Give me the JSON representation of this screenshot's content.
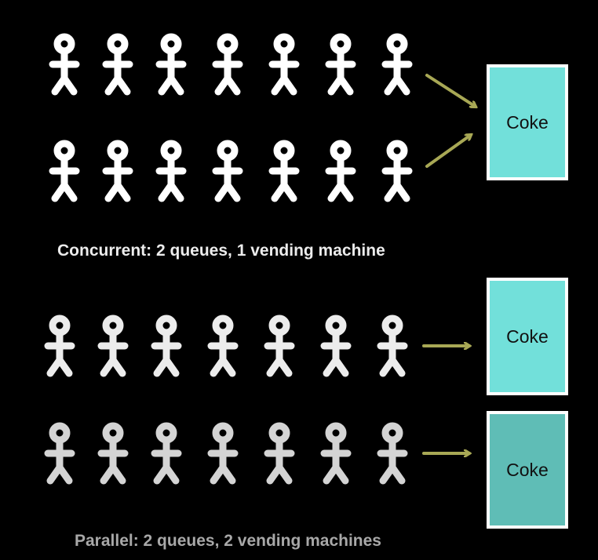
{
  "concurrent": {
    "caption": "Concurrent: 2 queues, 1 vending machine",
    "people_per_queue": 7,
    "queues": 2,
    "machine_label": "Coke",
    "figure_color": "#ffffff",
    "arrow_color": "#a8a855"
  },
  "parallel": {
    "caption": "Parallel: 2 queues, 2 vending machines",
    "people_per_queue": 7,
    "queues": 2,
    "machine_labels": [
      "Coke",
      "Coke"
    ],
    "figure_colors": [
      "#ececec",
      "#d4d4d4"
    ],
    "arrow_color": "#a8a855"
  },
  "colors": {
    "background": "#000000",
    "machine_fill_light": "#72e0da",
    "machine_fill_dark": "#5fbdb6",
    "machine_border": "#ffffff",
    "machine_text": "#111111"
  }
}
